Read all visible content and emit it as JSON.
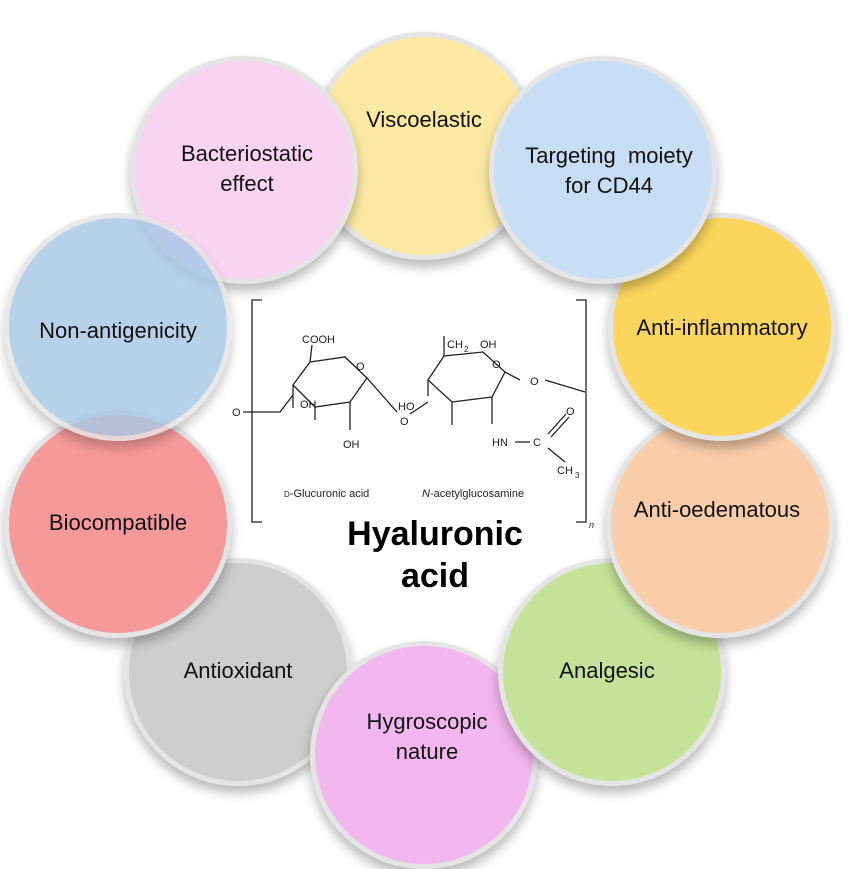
{
  "center": {
    "title_line1": "Hyaluronic",
    "title_line2": "acid",
    "structure": {
      "label_glucuronic": "D-Glucuronic acid",
      "label_glucuronic_prefix": "D",
      "label_glucuronic_rest": "-Glucuronic acid",
      "label_acetyl_prefix": "N",
      "label_acetyl_rest": "-acetylglucosamine",
      "cooh": "COOH",
      "ch2oh_ch": "CH",
      "ch2oh_sub": "2",
      "ch2oh_oh": "OH",
      "oh": "OH",
      "ho": "HO",
      "o": "O",
      "nh": "HN",
      "c": "C",
      "ch3_ch": "CH",
      "ch3_sub": "3",
      "repeat": "n"
    }
  },
  "properties": [
    {
      "key": "viscoelastic",
      "lines": [
        "Viscoelastic"
      ],
      "color": "#fbe9a3",
      "border": "#e9d58a"
    },
    {
      "key": "targeting",
      "lines": [
        "Targeting  moiety",
        "for CD44"
      ],
      "color": "#c6ddf3",
      "border": "#b3cbe3"
    },
    {
      "key": "anti-inflammatory",
      "lines": [
        "Anti-inflammatory"
      ],
      "color": "#fcd55c",
      "border": "#eeea9a"
    },
    {
      "key": "anti-oedematous",
      "lines": [
        "Anti-oedematous"
      ],
      "color": "#f9ccaa",
      "border": "#e9cdb5"
    },
    {
      "key": "analgesic",
      "lines": [
        "Analgesic"
      ],
      "color": "#c5e398",
      "border": "#b7d98c"
    },
    {
      "key": "hygroscopic",
      "lines": [
        "Hygroscopic",
        "nature"
      ],
      "color": "#f2b6ee",
      "border": "#e1c3e0"
    },
    {
      "key": "antioxidant",
      "lines": [
        "Antioxidant"
      ],
      "color": "#cdcdcd",
      "border": "#bdbdbd"
    },
    {
      "key": "biocompatible",
      "lines": [
        "Biocompatible"
      ],
      "color": "#f6999a",
      "border": "#e9b2b2"
    },
    {
      "key": "non-antigenicity",
      "lines": [
        "Non-antigenicity"
      ],
      "color": "#a9c7e6",
      "border": "#bcd2e8"
    },
    {
      "key": "bacteriostatic",
      "lines": [
        "Bacteriostatic",
        "effect"
      ],
      "color": "#f9d3f2",
      "border": "#e6c8e2"
    }
  ]
}
